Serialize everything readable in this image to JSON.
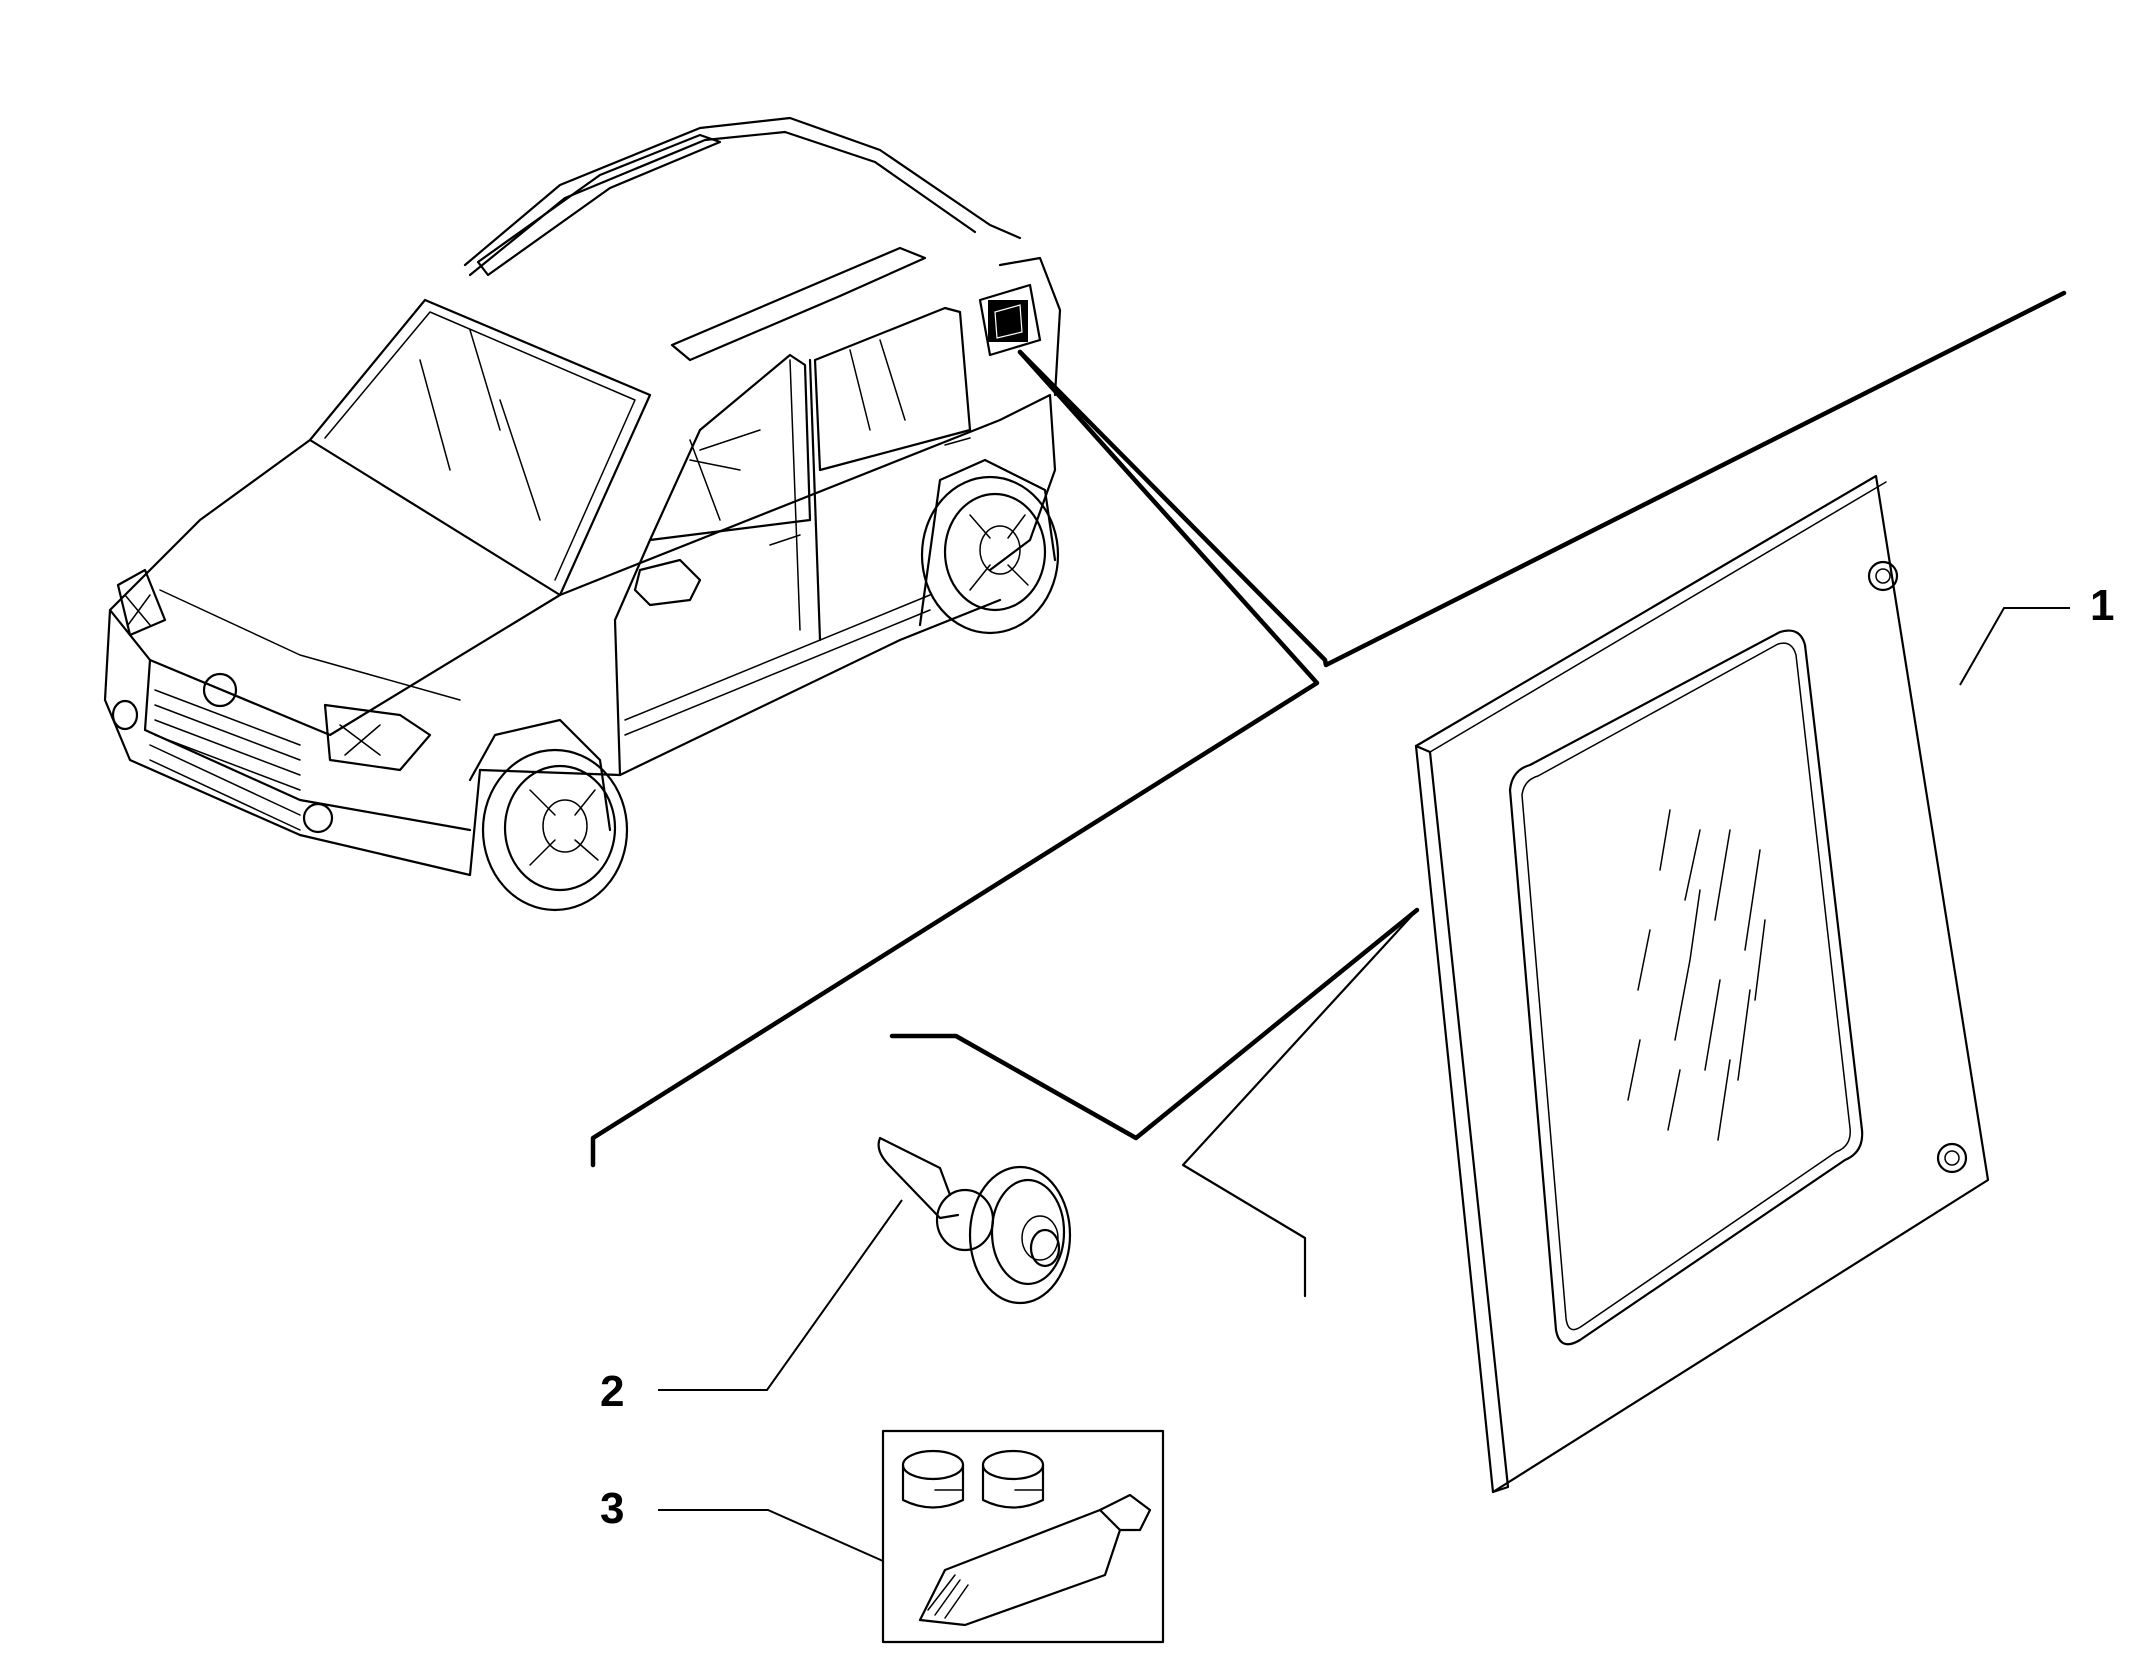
{
  "callouts": [
    {
      "id": "1",
      "label": "1"
    },
    {
      "id": "2",
      "label": "2"
    },
    {
      "id": "3",
      "label": "3"
    }
  ],
  "colors": {
    "line": "#000000",
    "background": "#ffffff"
  },
  "icons": [
    "car-illustration",
    "window-glass-icon",
    "fastener-icon",
    "repair-kit-icon"
  ]
}
